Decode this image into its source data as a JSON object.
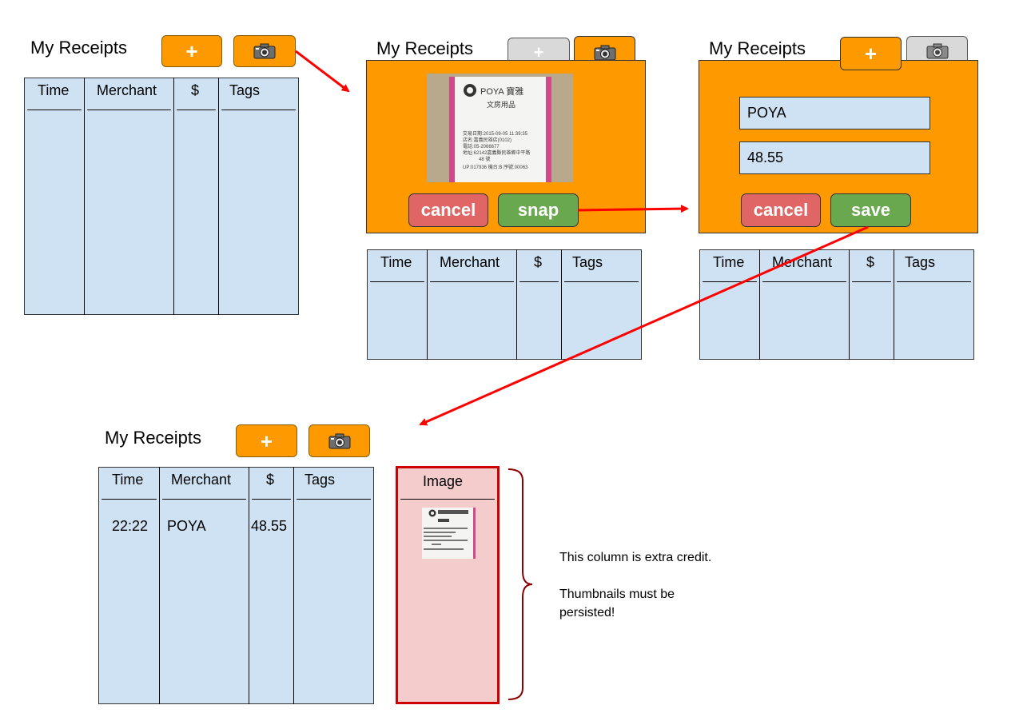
{
  "app_title": "My Receipts",
  "columns": [
    "Time",
    "Merchant",
    "$",
    "Tags"
  ],
  "buttons": {
    "add": "+",
    "camera_icon": "camera-icon",
    "cancel": "cancel",
    "snap": "snap",
    "save": "save"
  },
  "receipt_image": {
    "brand": "POYA 寶雅",
    "brand_sub": "文房用品",
    "text_lines": [
      "交易日期:2015-09-05 11:39:35",
      "店名:嘉義民雄店(0102)",
      "電話:05-2066677",
      "地址:62142嘉義縣民雄鄉中平路",
      "48 號",
      "UP:017936 機台:B 序號:00063"
    ]
  },
  "form": {
    "merchant_value": "POYA",
    "amount_value": "48.55"
  },
  "result_row": {
    "time": "22:22",
    "merchant": "POYA",
    "amount": "48.55",
    "tags": ""
  },
  "image_column": {
    "header": "Image"
  },
  "notes": {
    "line1": "This column is extra credit.",
    "line2": "Thumbnails must be",
    "line3": "persisted!"
  },
  "colors": {
    "orange": "#ff9900",
    "table_blue": "#cfe2f3",
    "cancel_red": "#e06666",
    "confirm_green": "#6aa84f",
    "arrow_red": "#ff0000",
    "image_col_fill": "#f4cccc",
    "image_col_border": "#cc0000"
  }
}
